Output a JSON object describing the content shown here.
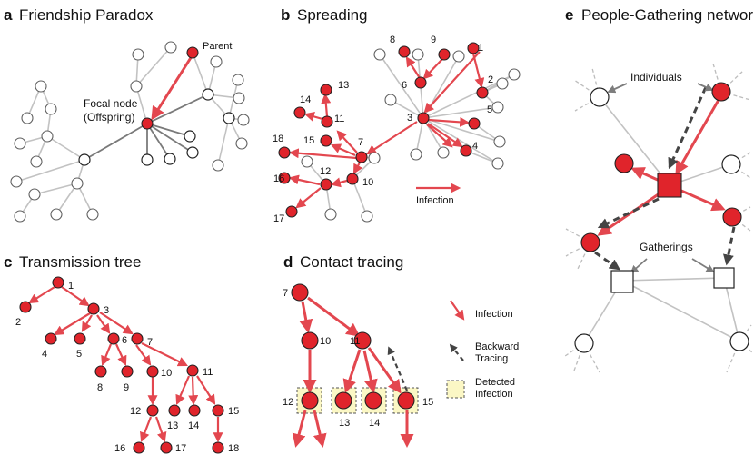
{
  "panels": {
    "a": {
      "letter": "a",
      "title": "Friendship Paradox",
      "parent_label": "Parent",
      "focal_label_1": "Focal node",
      "focal_label_2": "(Offspring)"
    },
    "b": {
      "letter": "b",
      "title": "Spreading",
      "legend": "Infection",
      "node_labels": [
        "1",
        "2",
        "3",
        "4",
        "5",
        "6",
        "7",
        "8",
        "9",
        "10",
        "11",
        "12",
        "13",
        "14",
        "15",
        "16",
        "17",
        "18"
      ]
    },
    "c": {
      "letter": "c",
      "title": "Transmission tree",
      "node_labels": [
        "1",
        "2",
        "3",
        "4",
        "5",
        "6",
        "7",
        "8",
        "9",
        "10",
        "11",
        "12",
        "13",
        "14",
        "15",
        "16",
        "17",
        "18"
      ]
    },
    "d": {
      "letter": "d",
      "title": "Contact tracing",
      "node_labels": [
        "7",
        "10",
        "11",
        "12",
        "13",
        "14",
        "15"
      ],
      "legend_infection": "Infection",
      "legend_backward_1": "Backward",
      "legend_backward_2": "Tracing",
      "legend_detected_1": "Detected",
      "legend_detected_2": "Infection"
    },
    "e": {
      "letter": "e",
      "title": "People-Gathering network",
      "individuals": "Individuals",
      "gatherings": "Gatherings"
    }
  },
  "colors": {
    "infected": "#e0242b",
    "infection_arrow": "#e3474f",
    "tracing": "#444444",
    "detected": "#fbf7c5"
  }
}
